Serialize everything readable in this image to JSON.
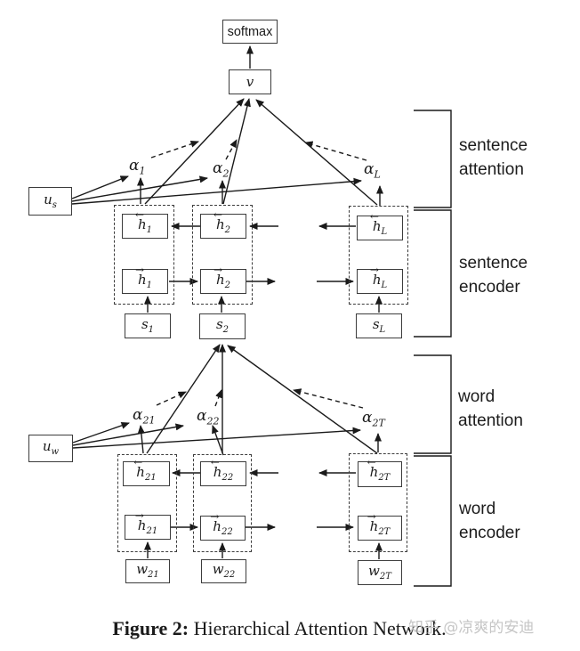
{
  "top": {
    "softmax_label": "softmax",
    "v_label": "v"
  },
  "sentence_attention": {
    "context": {
      "main": "u",
      "sub": "s"
    },
    "alphas": [
      {
        "main": "α",
        "sub": "1"
      },
      {
        "main": "α",
        "sub": "2"
      },
      {
        "main": "α",
        "sub": "L"
      }
    ],
    "bracket_label": [
      "sentence",
      "attention"
    ]
  },
  "sentence_encoder": {
    "columns": [
      {
        "back": {
          "over": "←",
          "main": "h",
          "sub": "1"
        },
        "fwd": {
          "over": "→",
          "main": "h",
          "sub": "1"
        },
        "input": {
          "main": "s",
          "sub": "1"
        }
      },
      {
        "back": {
          "over": "←",
          "main": "h",
          "sub": "2"
        },
        "fwd": {
          "over": "→",
          "main": "h",
          "sub": "2"
        },
        "input": {
          "main": "s",
          "sub": "2"
        }
      },
      {
        "back": {
          "over": "←",
          "main": "h",
          "sub": "L"
        },
        "fwd": {
          "over": "→",
          "main": "h",
          "sub": "L"
        },
        "input": {
          "main": "s",
          "sub": "L"
        }
      }
    ],
    "bracket_label": [
      "sentence",
      "encoder"
    ]
  },
  "word_attention": {
    "context": {
      "main": "u",
      "sub": "w"
    },
    "alphas": [
      {
        "main": "α",
        "sub": "21"
      },
      {
        "main": "α",
        "sub": "22"
      },
      {
        "main": "α",
        "sub": "2T"
      }
    ],
    "bracket_label": [
      "word",
      "attention"
    ]
  },
  "word_encoder": {
    "columns": [
      {
        "back": {
          "over": "←",
          "main": "h",
          "sub": "21"
        },
        "fwd": {
          "over": "→",
          "main": "h",
          "sub": "21"
        },
        "input": {
          "main": "w",
          "sub": "21"
        }
      },
      {
        "back": {
          "over": "←",
          "main": "h",
          "sub": "22"
        },
        "fwd": {
          "over": "→",
          "main": "h",
          "sub": "22"
        },
        "input": {
          "main": "w",
          "sub": "22"
        }
      },
      {
        "back": {
          "over": "←",
          "main": "h",
          "sub": "2T"
        },
        "fwd": {
          "over": "→",
          "main": "h",
          "sub": "2T"
        },
        "input": {
          "main": "w",
          "sub": "2T"
        }
      }
    ],
    "bracket_label": [
      "word",
      "encoder"
    ]
  },
  "caption": {
    "prefix": "Figure 2:",
    "text": " Hierarchical Attention Network."
  },
  "watermark": "知乎 @凉爽的安迪",
  "colors": {
    "line": "#1a1a1a",
    "box_border": "#3c3c3c",
    "background": "#ffffff",
    "watermark": "#c6c6c6"
  }
}
